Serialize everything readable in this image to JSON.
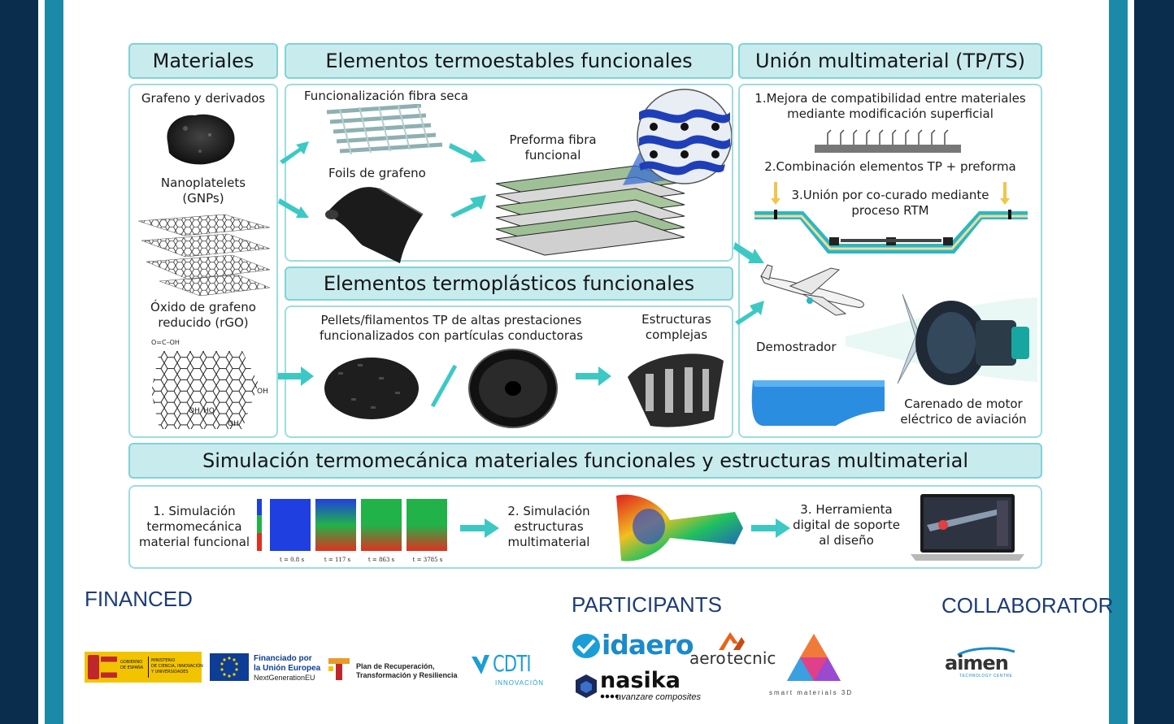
{
  "headers": {
    "materiales": "Materiales",
    "termoestables": "Elementos termoestables funcionales",
    "union": "Unión multimaterial (TP/TS)",
    "termoplasticos": "Elementos termoplásticos funcionales",
    "simulacion": "Simulación termomecánica materiales funcionales y estructuras multimaterial"
  },
  "materiales": {
    "grafeno": "Grafeno y derivados",
    "gnp_1": "Nanoplatelets",
    "gnp_2": "(GNPs)",
    "rgo_1": "Óxido de grafeno",
    "rgo_2": "reducido (rGO)",
    "chem_oh_top": "O=C–OH",
    "chem_oh_right": "OH",
    "chem_oh_a": "OH",
    "chem_ho_b": "HO",
    "chem_oh_c": "OH"
  },
  "termoestables": {
    "funcionalizacion": "Funcionalización fibra seca",
    "foils": "Foils de grafeno",
    "preforma_1": "Preforma fibra",
    "preforma_2": "funcional"
  },
  "union": {
    "step1_1": "1.Mejora de compatibilidad entre materiales",
    "step1_2": "mediante modificación superficial",
    "step2": "2.Combinación elementos TP + preforma",
    "step3_1": "3.Unión por co-curado mediante",
    "step3_2": "proceso RTM",
    "demostrador": "Demostrador",
    "carenado_1": "Carenado de motor",
    "carenado_2": "eléctrico de aviación"
  },
  "termoplasticos": {
    "pellets_1": "Pellets/filamentos TP de altas prestaciones",
    "pellets_2": "funcionalizados con partículas conductoras",
    "estructuras_1": "Estructuras",
    "estructuras_2": "complejas"
  },
  "simulacion": {
    "s1_1": "1. Simulación",
    "s1_2": "termomecánica",
    "s1_3": "material funcional",
    "t1": "t = 0.8 s",
    "t2": "t = 117 s",
    "t3": "t = 863 s",
    "t4": "t = 3785 s",
    "s2_1": "2.  Simulación",
    "s2_2": "estructuras",
    "s2_3": "multimaterial",
    "s3_1": "3. Herramienta",
    "s3_2": "digital de soporte",
    "s3_3": "al diseño"
  },
  "footer": {
    "financed": "FINANCED",
    "participants": "PARTICIPANTS",
    "collaborator": "COLLABORATOR",
    "gob_1": "GOBIERNO",
    "gob_2": "DE ESPAÑA",
    "min_1": "MINISTERIO",
    "min_2": "DE CIENCIA, INNOVACIÓN",
    "min_3": "Y UNIVERSIDADES",
    "eu_1": "Financiado por",
    "eu_2": "la Unión Europea",
    "eu_3": "NextGenerationEU",
    "plan_1": "Plan de Recuperación,",
    "plan_2": "Transformación y Resiliencia",
    "cdti_1": "CDTI",
    "cdti_2": "INNOVACIÓN",
    "idaero": "idaero",
    "aerotecnic_1": "aero",
    "aerotecnic_2": "tecnic",
    "nasika_1": "nasika",
    "nasika_2": "avanzare composites",
    "smart": "smart materials 3D",
    "aimen_1": "aimen",
    "aimen_2": "TECHNOLOGY CENTRE"
  },
  "colors": {
    "navy": "#0a2d4e",
    "teal_frame": "#1a8aa8",
    "header_fill": "#c8ecee",
    "border": "#9ddde0",
    "arrow": "#3cc9c4",
    "label_blue": "#1c3c78"
  }
}
